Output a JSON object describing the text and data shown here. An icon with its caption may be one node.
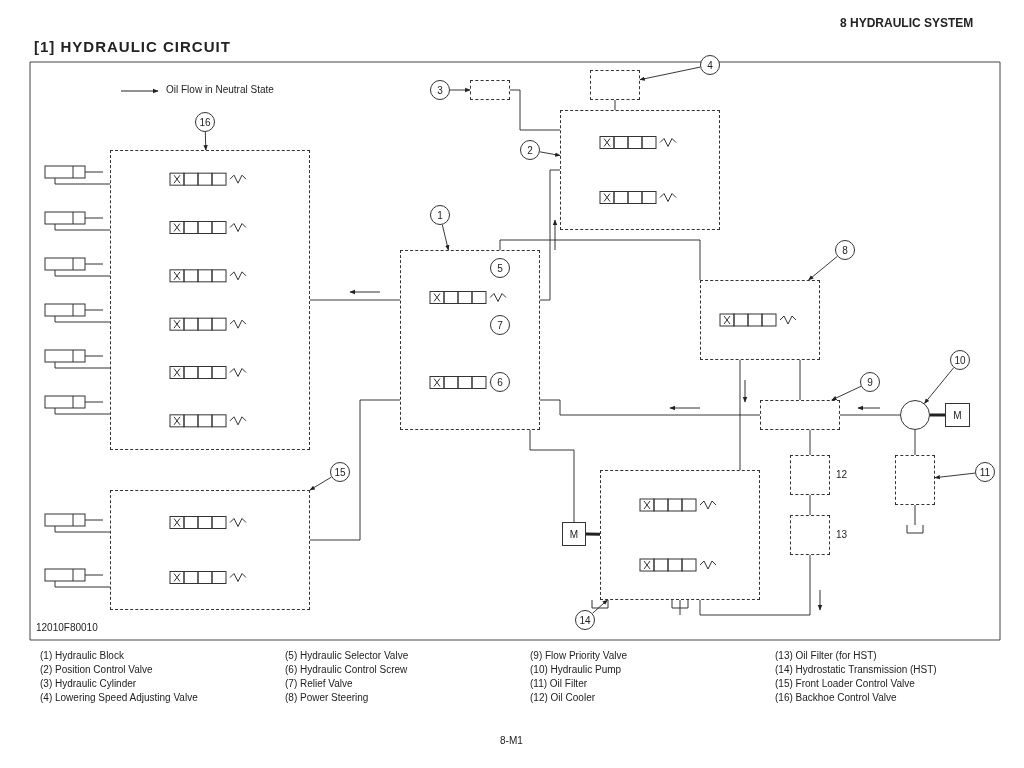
{
  "diagram": {
    "title": "[1] HYDRAULIC CIRCUIT",
    "nodes": [
      {
        "text": [
          "16"
        ]
      },
      {
        "text": [],
        "shape": "box"
      },
      {
        "text": [
          "15"
        ]
      },
      {
        "text": [],
        "shape": "box"
      },
      {
        "text": [
          "1"
        ]
      },
      {
        "text": [],
        "shape": "box"
      },
      {
        "text": [
          "3"
        ]
      },
      {
        "text": [],
        "shape": "box"
      },
      {
        "text": [
          "4"
        ]
      },
      {
        "text": [],
        "shape": "box"
      },
      {
        "text": [
          "2"
        ]
      },
      {
        "text": [],
        "shape": "box"
      },
      {
        "text": [
          "8"
        ]
      },
      {
        "text": [],
        "shape": "box"
      },
      {
        "text": [
          "9"
        ]
      },
      {
        "text": [],
        "shape": "box"
      },
      {
        "text": [
          "10"
        ]
      },
      {
        "text": [],
        "shape": "circle"
      },
      {
        "text": [
          "M"
        ]
      },
      {
        "text": [
          "11"
        ]
      },
      {
        "text": [],
        "shape": "box"
      },
      {
        "text": [
          "14"
        ]
      },
      {
        "text": [],
        "shape": "box"
      },
      {
        "text": [
          "M"
        ]
      },
      {
        "text": [],
        "shape": "box",
        "beside": [
          "12"
        ]
      },
      {
        "text": [],
        "shape": "box",
        "beside": [
          "13"
        ]
      }
    ],
    "edges": [
      {
        "from": 0,
        "to": 1,
        "arrow": "to"
      },
      {
        "from": 2,
        "to": 3,
        "arrow": "to"
      },
      {
        "from": 4,
        "to": 5,
        "arrow": "to"
      },
      {
        "from": 6,
        "to": 7,
        "arrow": "to"
      },
      {
        "from": 8,
        "to": 9,
        "arrow": "to"
      },
      {
        "from": 10,
        "to": 11,
        "arrow": "to"
      },
      {
        "from": 12,
        "to": 13,
        "arrow": "to"
      },
      {
        "from": 14,
        "to": 15,
        "arrow": "to"
      },
      {
        "from": 16,
        "to": 17,
        "arrow": "to"
      },
      {
        "from": 19,
        "to": 20,
        "arrow": "to"
      },
      {
        "from": 21,
        "to": 22,
        "arrow": "to"
      },
      {
        "from": 18,
        "to": 17,
        "arrow": "none",
        "style": "thick"
      },
      {
        "from": 23,
        "to": 22,
        "arrow": "none",
        "style": "thick"
      },
      {
        "from": 17,
        "to": 15,
        "arrow": "none"
      },
      {
        "from": 15,
        "to": 13,
        "arrow": "none"
      },
      {
        "from": 15,
        "to": 5,
        "arrow": "none"
      },
      {
        "from": 13,
        "to": 22,
        "arrow": "none"
      },
      {
        "from": 5,
        "to": 11,
        "arrow": "none"
      },
      {
        "from": 11,
        "to": 7,
        "arrow": "none"
      },
      {
        "from": 9,
        "to": 11,
        "arrow": "none"
      },
      {
        "from": 5,
        "to": 1,
        "arrow": "none"
      },
      {
        "from": 5,
        "to": 3,
        "arrow": "none"
      },
      {
        "from": 17,
        "to": 20,
        "arrow": "none"
      },
      {
        "from": 15,
        "to": 24,
        "arrow": "none"
      },
      {
        "from": 24,
        "to": 25,
        "arrow": "none"
      },
      {
        "from": 25,
        "to": 22,
        "arrow": "none"
      },
      {
        "from": 5,
        "to": 13,
        "arrow": "none"
      },
      {
        "from": 5,
        "to": 23,
        "arrow": "none"
      }
    ],
    "labels": [
      "8 HYDRAULIC SYSTEM",
      "5",
      "7",
      "6",
      "12010F80010",
      "(1) Hydraulic Block",
      "(2) Position Control Valve",
      "(3) Hydraulic Cylinder",
      "(4) Lowering Speed Adjusting Valve",
      "(5) Hydraulic Selector Valve",
      "(6) Hydraulic Control Screw",
      "(7) Relief Valve",
      "(8) Power Steering",
      "(9) Flow Priority Valve",
      "(10) Hydraulic Pump",
      "(11) Oil Filter",
      "(12) Oil Cooler",
      "(13) Oil Filter (for HST)",
      "(14) Hydrostatic Transmission (HST)",
      "(15) Front Loader Control Valve",
      "(16) Backhoe Control Valve",
      "8-M1"
    ],
    "legend": [
      {
        "text": "Oil Flow in Neutral State"
      }
    ]
  }
}
